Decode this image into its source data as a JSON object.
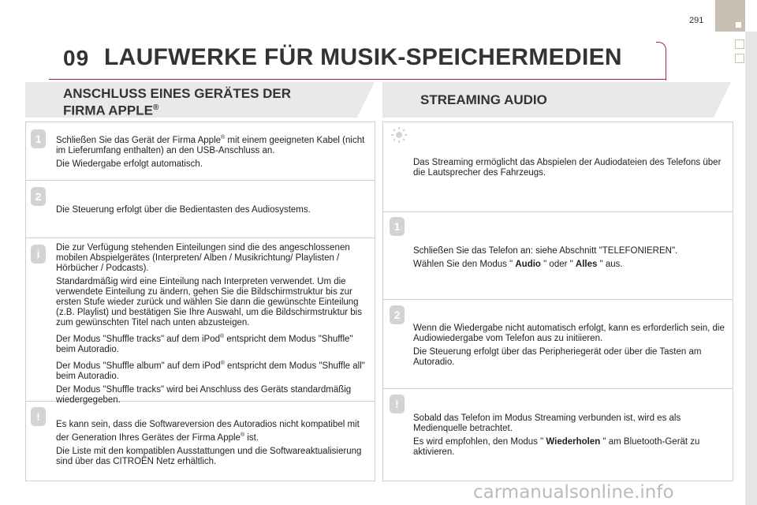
{
  "page": {
    "number": "291"
  },
  "chapter": {
    "number": "09",
    "title": "LAUFWERKE FÜR MUSIK-SPEICHERMEDIEN"
  },
  "left": {
    "heading_line1": "ANSCHLUSS EINES GERÄTES DER",
    "heading_line2": "FIRMA APPLE",
    "heading_sup": "®",
    "blocks": [
      {
        "icon": "1",
        "p1_a": "Schließen Sie das Gerät der Firma Apple",
        "p1_sup": "®",
        "p1_b": " mit einem geeigneten Kabel (nicht im Lieferumfang enthalten) an den USB-Anschluss an.",
        "p2": "Die Wiedergabe erfolgt automatisch."
      },
      {
        "icon": "2",
        "p1": "Die Steuerung erfolgt über die Bedientasten des Audiosystems."
      },
      {
        "icon": "i",
        "p1": "Die zur Verfügung stehenden Einteilungen sind die des angeschlossenen mobilen Abspielgerätes (Interpreten/ Alben / Musikrichtung/ Playlisten / Hörbücher / Podcasts).",
        "p2": "Standardmäßig wird eine Einteilung nach Interpreten verwendet. Um die verwendete Einteilung zu ändern, gehen Sie die Bildschirmstruktur bis zur ersten Stufe wieder zurück und wählen Sie dann die gewünschte Einteilung (z.B. Playlist) und bestätigen Sie Ihre Auswahl, um die Bildschirmstruktur bis zum gewünschten Titel nach unten abzusteigen.",
        "p3_a": "Der Modus \"Shuffle tracks\" auf dem iPod",
        "p3_sup": "®",
        "p3_b": " entspricht dem Modus \"Shuffle\" beim Autoradio.",
        "p4_a": "Der Modus \"Shuffle album\" auf dem iPod",
        "p4_sup": "®",
        "p4_b": " entspricht dem Modus \"Shuffle all\" beim Autoradio.",
        "p5": "Der Modus \"Shuffle tracks\" wird bei Anschluss des Geräts standardmäßig wiedergegeben."
      },
      {
        "icon": "!",
        "p1_a": "Es kann sein, dass die Softwareversion des Autoradios nicht kompatibel mit der Generation Ihres Gerätes der Firma Apple",
        "p1_sup": "®",
        "p1_b": " ist.",
        "p2": "Die Liste mit den kompatiblen Ausstattungen und die Softwareaktualisierung sind über das CITROËN Netz erhältlich."
      }
    ]
  },
  "right": {
    "heading": "STREAMING AUDIO",
    "blocks": [
      {
        "icon": "sun-icon",
        "p1": "Das Streaming ermöglicht das Abspielen der Audiodateien des Telefons über die Lautsprecher des Fahrzeugs."
      },
      {
        "icon": "1",
        "p1": "Schließen Sie das Telefon an: siehe Abschnitt \"TELEFONIEREN\".",
        "p2_a": "Wählen Sie den Modus \" ",
        "p2_b1": "Audio",
        "p2_c": " \" oder \" ",
        "p2_b2": "Alles",
        "p2_d": " \" aus."
      },
      {
        "icon": "2",
        "p1": "Wenn die Wiedergabe nicht automatisch erfolgt, kann es erforderlich sein, die Audiowiedergabe vom Telefon aus zu initiieren.",
        "p2": "Die Steuerung erfolgt über das Peripheriegerät oder über die Tasten am Autoradio."
      },
      {
        "icon": "!",
        "p1": "Sobald das Telefon im Modus Streaming verbunden ist, wird es als Medienquelle betrachtet.",
        "p2_a": "Es wird empfohlen, den Modus \" ",
        "p2_b": "Wiederholen",
        "p2_c": " \" am Bluetooth-Gerät zu aktivieren."
      }
    ]
  },
  "watermark": "carmanualsonline.info",
  "colors": {
    "accent": "#b02136",
    "tab": "#c9bfb3",
    "icon": "#d3d3d3"
  }
}
